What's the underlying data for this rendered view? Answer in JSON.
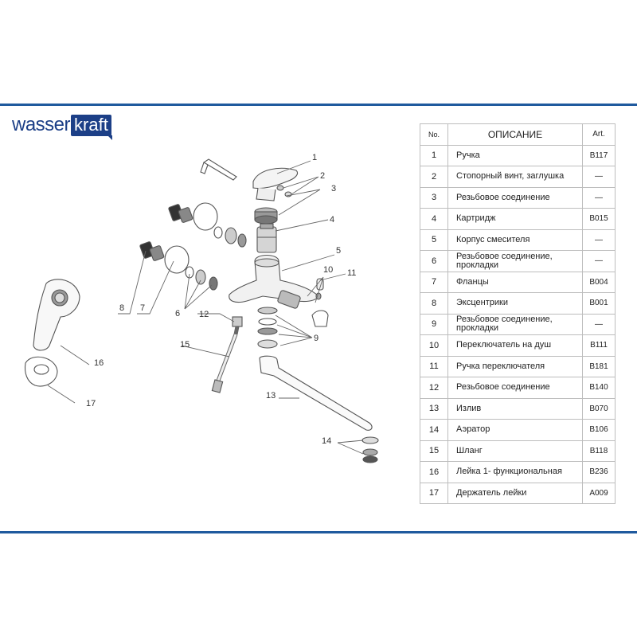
{
  "brand": {
    "word1": "wasser",
    "word2": "kraft"
  },
  "table": {
    "headers": {
      "no": "No.",
      "desc": "ОПИСАНИЕ",
      "art": "Art."
    },
    "rows": [
      {
        "no": "1",
        "desc": "Ручка",
        "art": "B117"
      },
      {
        "no": "2",
        "desc": "Стопорный винт, заглушка",
        "art": "—"
      },
      {
        "no": "3",
        "desc": "Резьбовое соединение",
        "art": "—"
      },
      {
        "no": "4",
        "desc": "Картридж",
        "art": "B015"
      },
      {
        "no": "5",
        "desc": "Корпус смесителя",
        "art": "—"
      },
      {
        "no": "6",
        "desc": "Резьбовое соединение, прокладки",
        "art": "—"
      },
      {
        "no": "7",
        "desc": "Фланцы",
        "art": "B004"
      },
      {
        "no": "8",
        "desc": "Эксцентрики",
        "art": "B001"
      },
      {
        "no": "9",
        "desc": "Резьбовое соединение, прокладки",
        "art": "—"
      },
      {
        "no": "10",
        "desc": "Переключатель на душ",
        "art": "B111"
      },
      {
        "no": "11",
        "desc": "Ручка переключателя",
        "art": "B181"
      },
      {
        "no": "12",
        "desc": "Резьбовое соединение",
        "art": "B140"
      },
      {
        "no": "13",
        "desc": "Излив",
        "art": "B070"
      },
      {
        "no": "14",
        "desc": "Аэратор",
        "art": "B106"
      },
      {
        "no": "15",
        "desc": "Шланг",
        "art": "B118"
      },
      {
        "no": "16",
        "desc": "Лейка 1- функциональная",
        "art": "B236"
      },
      {
        "no": "17",
        "desc": "Держатель лейки",
        "art": "A009"
      }
    ]
  },
  "callouts": {
    "c1": "1",
    "c2": "2",
    "c3": "3",
    "c4": "4",
    "c5": "5",
    "c6": "6",
    "c7": "7",
    "c8": "8",
    "c9": "9",
    "c10": "10",
    "c11": "11",
    "c12": "12",
    "c13": "13",
    "c14": "14",
    "c15": "15",
    "c16": "16",
    "c17": "17"
  }
}
